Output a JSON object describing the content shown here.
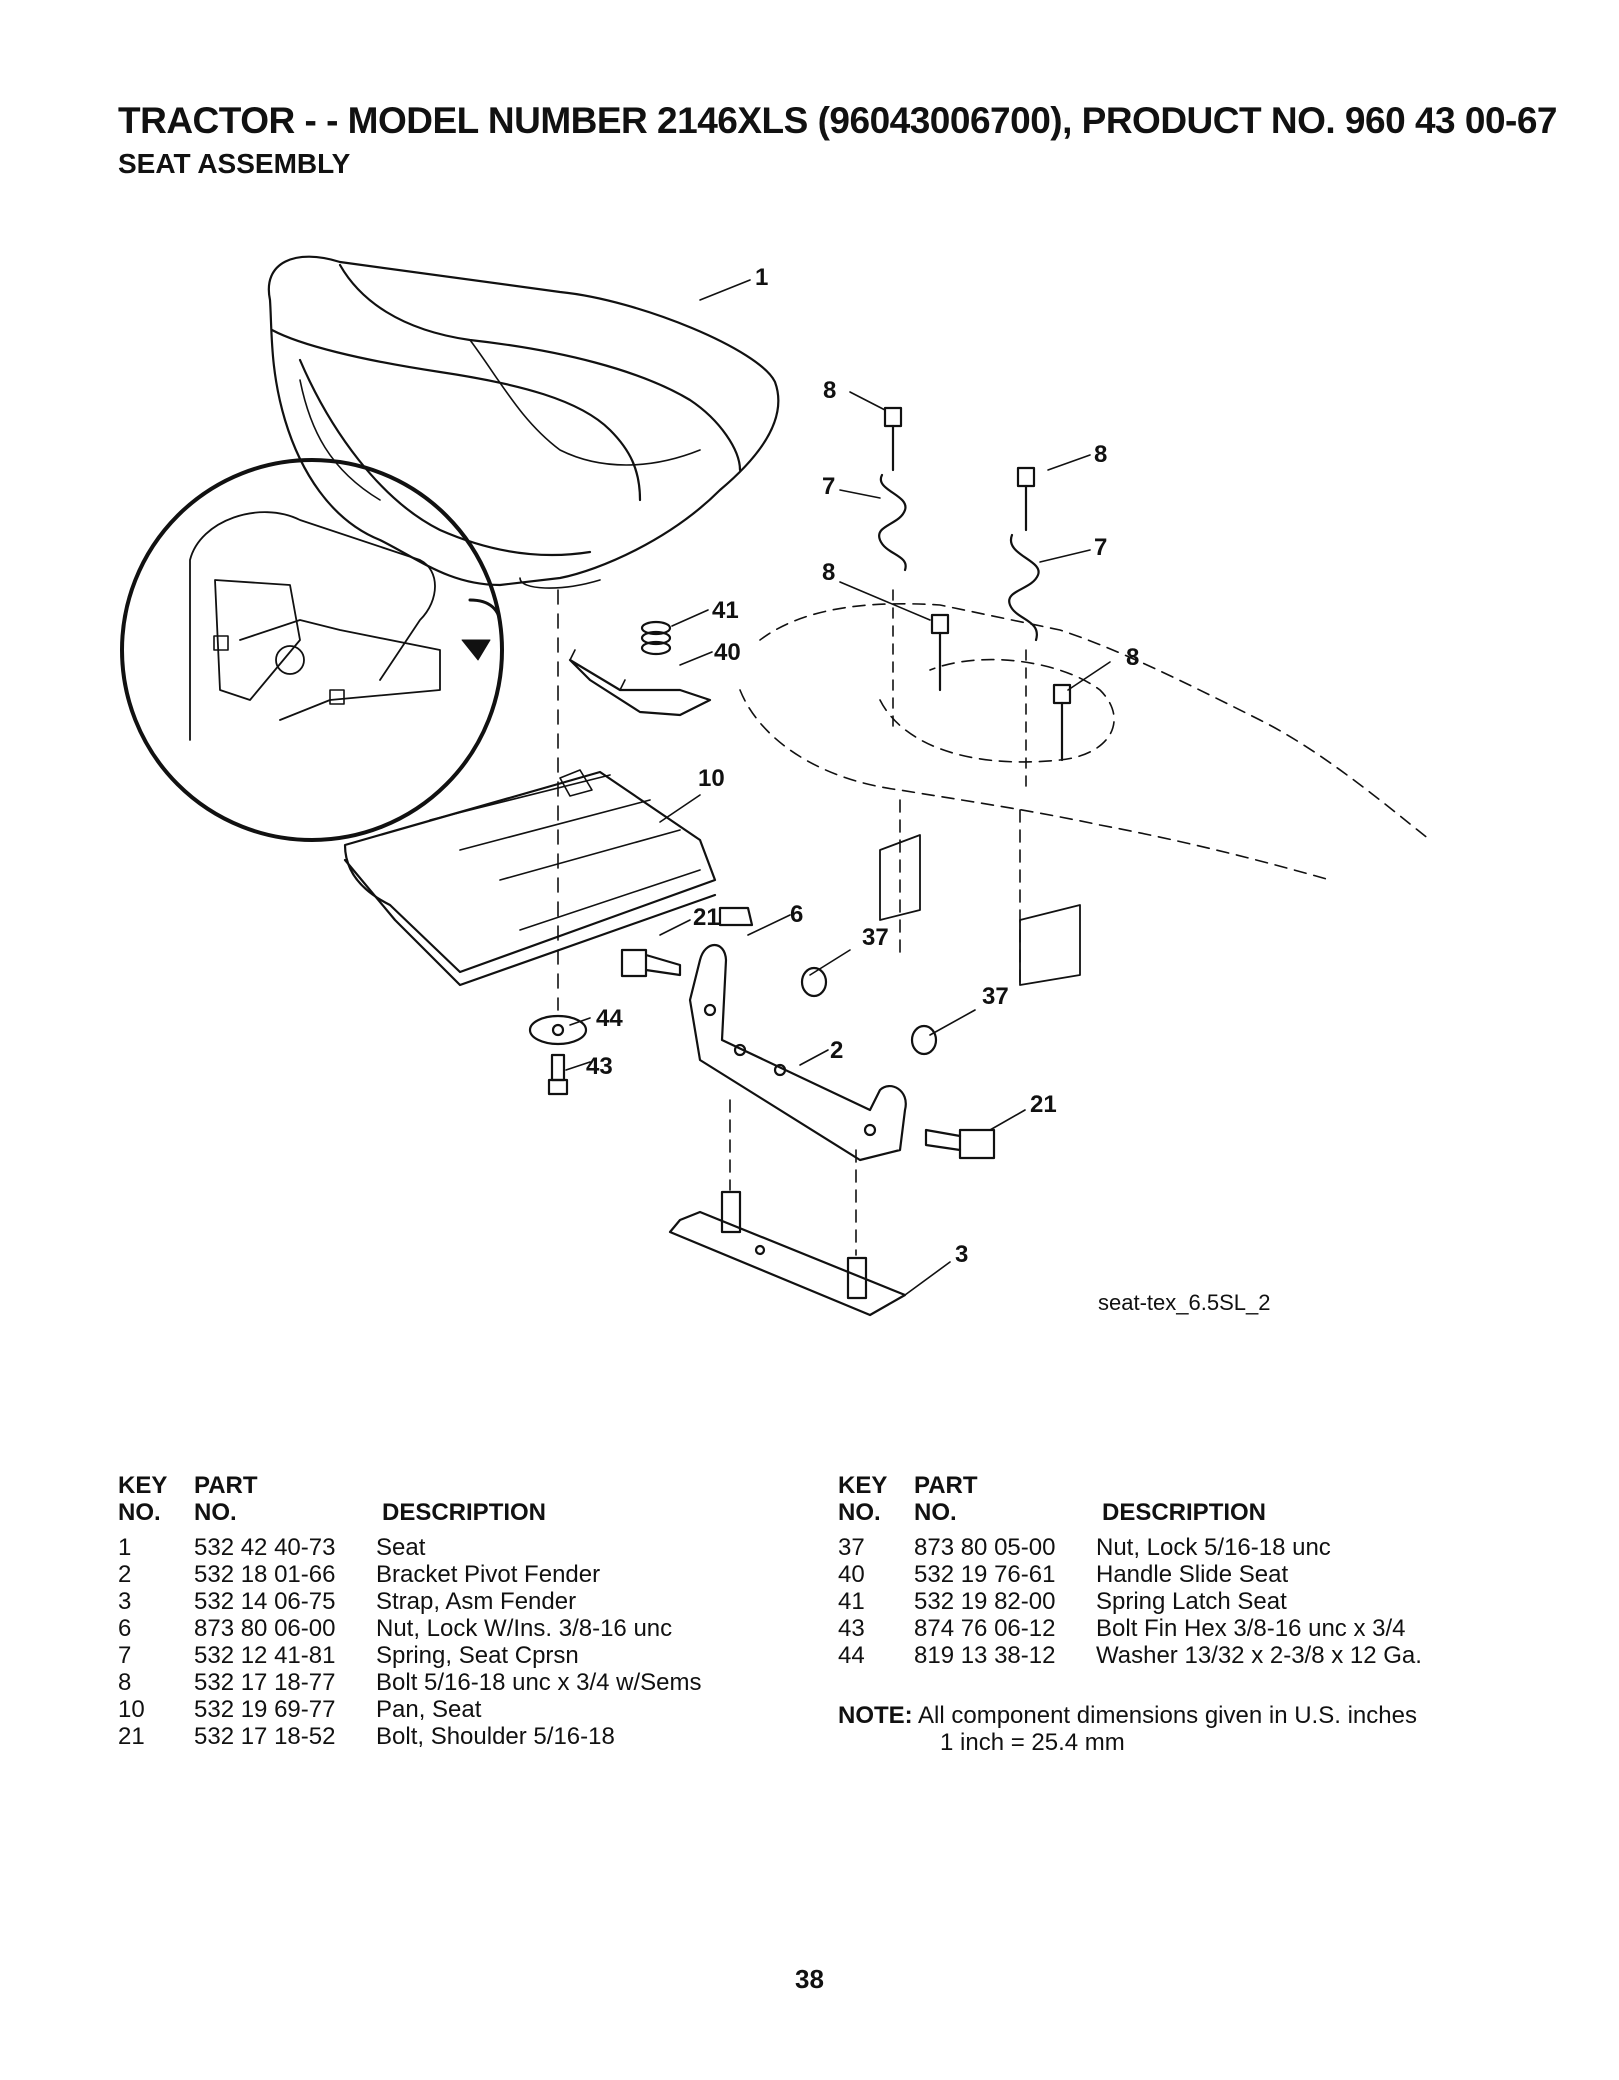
{
  "header": {
    "title": "TRACTOR - - MODEL NUMBER 2146XLS (96043006700), PRODUCT NO. 960 43 00-67",
    "subtitle": "SEAT ASSEMBLY"
  },
  "diagram": {
    "callouts": [
      "1",
      "8",
      "7",
      "8",
      "7",
      "8",
      "8",
      "41",
      "40",
      "10",
      "21",
      "6",
      "37",
      "37",
      "2",
      "44",
      "43",
      "21",
      "3"
    ],
    "figure_code": "seat-tex_6.5SL_2"
  },
  "parts_table": {
    "headers": {
      "key_line1": "KEY",
      "key_line2": "NO.",
      "part_line1": "PART",
      "part_line2": "NO.",
      "description": "DESCRIPTION"
    },
    "left": [
      {
        "key": "1",
        "part": "532 42 40-73",
        "description": "Seat"
      },
      {
        "key": "2",
        "part": "532 18 01-66",
        "description": "Bracket Pivot Fender"
      },
      {
        "key": "3",
        "part": "532 14 06-75",
        "description": "Strap, Asm Fender"
      },
      {
        "key": "6",
        "part": "873 80 06-00",
        "description": "Nut, Lock  W/Ins. 3/8-16 unc"
      },
      {
        "key": "7",
        "part": "532 12 41-81",
        "description": "Spring, Seat Cprsn"
      },
      {
        "key": "8",
        "part": "532 17 18-77",
        "description": "Bolt 5/16-18 unc x 3/4 w/Sems"
      },
      {
        "key": "10",
        "part": "532 19 69-77",
        "description": "Pan, Seat"
      },
      {
        "key": "21",
        "part": "532 17 18-52",
        "description": "Bolt, Shoulder  5/16-18"
      }
    ],
    "right": [
      {
        "key": "37",
        "part": "873 80 05-00",
        "description": "Nut, Lock 5/16-18 unc"
      },
      {
        "key": "40",
        "part": "532 19 76-61",
        "description": "Handle Slide Seat"
      },
      {
        "key": "41",
        "part": "532 19 82-00",
        "description": "Spring Latch Seat"
      },
      {
        "key": "43",
        "part": "874 76 06-12",
        "description": "Bolt Fin Hex 3/8-16 unc x 3/4"
      },
      {
        "key": "44",
        "part": "819 13 38-12",
        "description": "Washer 13/32 x 2-3/8 x 12 Ga."
      }
    ]
  },
  "note": {
    "label": "NOTE:",
    "line1": "All component dimensions given in U.S. inches",
    "line2": "1 inch = 25.4 mm"
  },
  "page_number": "38"
}
